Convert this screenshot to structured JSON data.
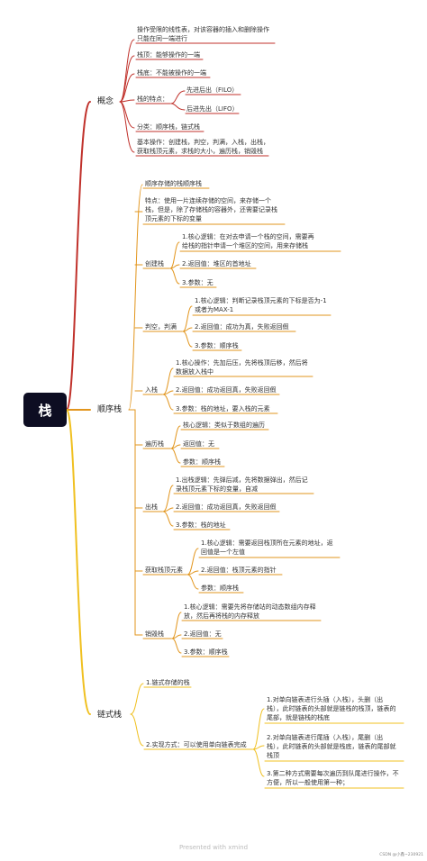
{
  "root": "栈",
  "colors": {
    "red": "#c0312b",
    "orange": "#e2951c",
    "yellow": "#f0c020",
    "root_bg": "#0d0d22"
  },
  "b1": {
    "concept": "概念",
    "seq": "顺序栈",
    "chain": "链式栈"
  },
  "concept": {
    "def": [
      "操作受限的线性表，对该容器的插入和删除操作",
      "只能在同一端进行"
    ],
    "top": "栈顶：能够操作的一端",
    "bottom": "栈底：不能被操作的一端",
    "feature": "栈的特点：",
    "filo": "先进后出（FILO）",
    "lifo": "后进先出（LIFO）",
    "category": "分类：顺序栈，链式栈",
    "ops": [
      "基本操作：创建栈，判空，判满，入栈，出栈，",
      "获取栈顶元素，求栈的大小，遍历栈，销毁栈"
    ]
  },
  "seq": {
    "intro": "顺序存储的栈顺序栈",
    "feature": [
      "特点：使用一片连续存储的空间，来存储一个",
      "栈，但是，除了存储栈的容器外，还需要记录栈",
      "顶元素的下标的变量"
    ],
    "create": {
      "label": "创建栈",
      "core": [
        "1.核心逻辑：在对去申请一个栈的空间，需要再",
        "给栈的指针申请一个堆区的空间，用来存储栈"
      ],
      "ret": "2.返回值：堆区的首地址",
      "param": "3.参数：无"
    },
    "judge": {
      "label": "判空，判满",
      "core": [
        "1.核心逻辑：判断记录栈顶元素的下标是否为-1",
        "或者为MAX-1"
      ],
      "ret": "2.返回值：成功为真，失败返回假",
      "param": "3.参数：顺序栈"
    },
    "push": {
      "label": "入栈",
      "core": [
        "1.核心操作：先加后压，先将栈顶后移，然后将",
        "数据放入栈中"
      ],
      "ret": "2.返回值：成功返回真，失败返回假",
      "param": "3.参数：栈的地址，要入栈的元素"
    },
    "traverse": {
      "label": "遍历栈",
      "core": "核心逻辑：类似于数组的遍历",
      "ret": "返回值：无",
      "param": "参数：顺序栈"
    },
    "pop": {
      "label": "出栈",
      "core": [
        "1.出栈逻辑：先弹后减，先将数据弹出，然后记",
        "录栈顶元素下标的变量，自减"
      ],
      "ret": "2.返回值：成功返回真，失败返回假",
      "param": "3.参数：栈的地址"
    },
    "gettop": {
      "label": "获取栈顶元素",
      "core": [
        "1.核心逻辑：需要返回栈顶所在元素的地址，返",
        "回值是一个左值"
      ],
      "ret": "2.返回值：栈顶元素的指针",
      "param": "参数：顺序栈"
    },
    "destroy": {
      "label": "销毁栈",
      "core": [
        "1.核心逻辑：需要先将存储站的动态数组内存释",
        "放，然后再将栈的内存释放"
      ],
      "ret": "2.返回值：无",
      "param": "3.参数：顺序栈"
    }
  },
  "chain": {
    "store": "1.链式存储的栈",
    "impl": "2.实现方式：可以使用单向链表完成",
    "opt1": [
      "1.对单向链表进行头插（入栈），头删（出",
      "栈），此时链表的头部就是链栈的栈顶，链表的",
      "尾部，就是链栈的栈底"
    ],
    "opt2": [
      "2.对单向链表进行尾插（入栈），尾删（出",
      "栈），此时链表的头部就是栈底，链表的尾部就",
      "栈顶"
    ],
    "opt3": [
      "3.第二种方式需要每次遍历到队尾进行操作，不",
      "方便，所以一般使用第一种；"
    ]
  },
  "footer": "Presented with xmind",
  "watermark": "CSDN @小鑫~230921"
}
